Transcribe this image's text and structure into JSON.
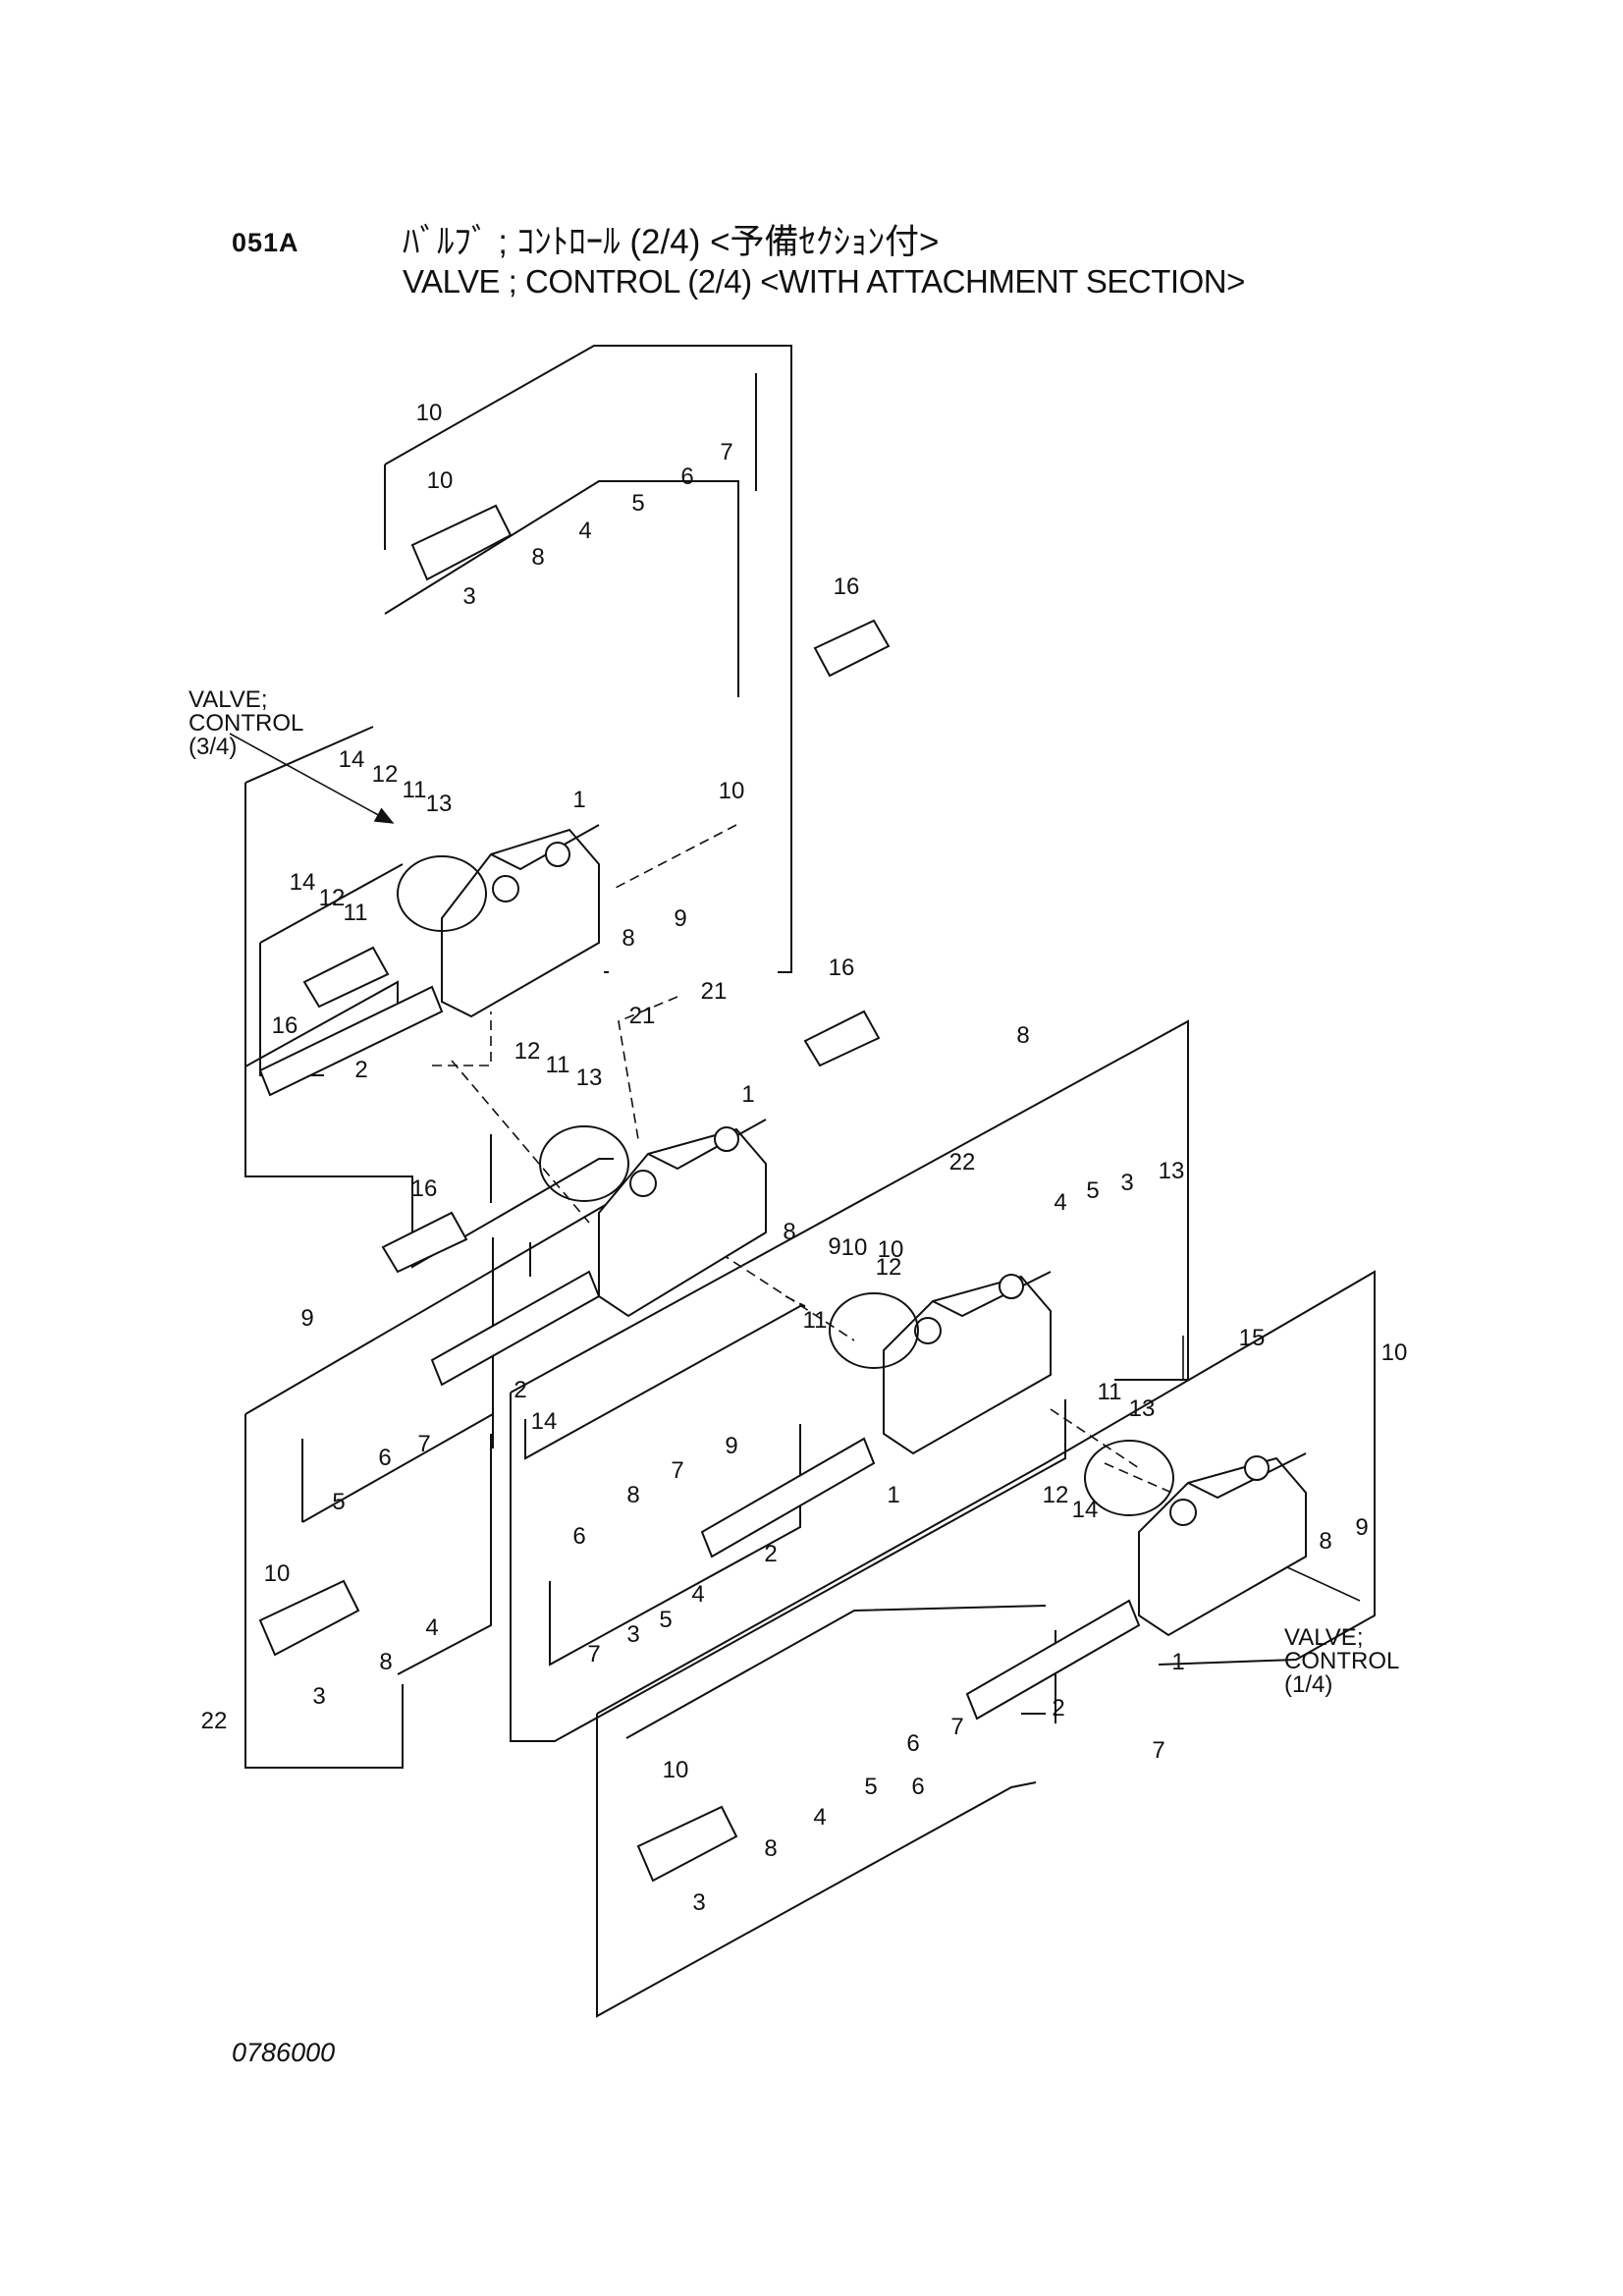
{
  "header": {
    "section_code": "051A",
    "title_jp": "ﾊﾞﾙﾌﾞ ; ｺﾝﾄﾛｰﾙ (2/4) <予備ｾｸｼｮﾝ付>",
    "title_en": "VALVE ; CONTROL (2/4) <WITH ATTACHMENT SECTION>"
  },
  "footer": {
    "drawing_number": "0786000"
  },
  "callouts": [
    {
      "id": "c10-top-group",
      "label": "10"
    },
    {
      "id": "c10-a",
      "label": "10"
    },
    {
      "id": "c8-a",
      "label": "8"
    },
    {
      "id": "c4-a",
      "label": "4"
    },
    {
      "id": "c5-a",
      "label": "5"
    },
    {
      "id": "c6-a",
      "label": "6"
    },
    {
      "id": "c7-a",
      "label": "7"
    },
    {
      "id": "c3-a",
      "label": "3"
    },
    {
      "id": "c16-a",
      "label": "16"
    },
    {
      "id": "c14-a",
      "label": "14"
    },
    {
      "id": "c12-a",
      "label": "12"
    },
    {
      "id": "c11-a",
      "label": "11"
    },
    {
      "id": "c13-a",
      "label": "13"
    },
    {
      "id": "c1-a",
      "label": "1"
    },
    {
      "id": "c10-b",
      "label": "10"
    },
    {
      "id": "c14-b",
      "label": "14"
    },
    {
      "id": "c12-b",
      "label": "12"
    },
    {
      "id": "c11-b",
      "label": "11"
    },
    {
      "id": "c8-b",
      "label": "8"
    },
    {
      "id": "c9-a",
      "label": "9"
    },
    {
      "id": "c16-b",
      "label": "16"
    },
    {
      "id": "c2-a",
      "label": "2"
    },
    {
      "id": "c21-a",
      "label": "21"
    },
    {
      "id": "c21-b",
      "label": "21"
    },
    {
      "id": "c16-c",
      "label": "16"
    },
    {
      "id": "c12-c",
      "label": "12"
    },
    {
      "id": "c11-c",
      "label": "11"
    },
    {
      "id": "c13-b",
      "label": "13"
    },
    {
      "id": "c1-b",
      "label": "1"
    },
    {
      "id": "c8-group",
      "label": "8"
    },
    {
      "id": "c22-a",
      "label": "22"
    },
    {
      "id": "c16-d",
      "label": "16"
    },
    {
      "id": "c8-c",
      "label": "8"
    },
    {
      "id": "c9-b",
      "label": "9"
    },
    {
      "id": "c10-c",
      "label": "10"
    },
    {
      "id": "c4-b",
      "label": "4"
    },
    {
      "id": "c5-b",
      "label": "5"
    },
    {
      "id": "c3-b",
      "label": "3"
    },
    {
      "id": "c13-c",
      "label": "13"
    },
    {
      "id": "c10-d",
      "label": "10"
    },
    {
      "id": "c12-d",
      "label": "12"
    },
    {
      "id": "c11-d",
      "label": "11"
    },
    {
      "id": "c9-group",
      "label": "9"
    },
    {
      "id": "c2-b",
      "label": "2"
    },
    {
      "id": "c6-b",
      "label": "6"
    },
    {
      "id": "c7-b",
      "label": "7"
    },
    {
      "id": "c5-c",
      "label": "5"
    },
    {
      "id": "c14-c",
      "label": "14"
    },
    {
      "id": "c6-c",
      "label": "6"
    },
    {
      "id": "c8-d",
      "label": "8"
    },
    {
      "id": "c7-c",
      "label": "7"
    },
    {
      "id": "c9-c",
      "label": "9"
    },
    {
      "id": "c1-c",
      "label": "1"
    },
    {
      "id": "c15-a",
      "label": "15"
    },
    {
      "id": "c10-e",
      "label": "10"
    },
    {
      "id": "c11-e",
      "label": "11"
    },
    {
      "id": "c13-d",
      "label": "13"
    },
    {
      "id": "c12-e",
      "label": "12"
    },
    {
      "id": "c14-d",
      "label": "14"
    },
    {
      "id": "c8-e",
      "label": "8"
    },
    {
      "id": "c9-d",
      "label": "9"
    },
    {
      "id": "c2-c",
      "label": "2"
    },
    {
      "id": "c4-c",
      "label": "4"
    },
    {
      "id": "c8-f",
      "label": "8"
    },
    {
      "id": "c10-f",
      "label": "10"
    },
    {
      "id": "c3-c",
      "label": "3"
    },
    {
      "id": "c4-d",
      "label": "4"
    },
    {
      "id": "c5-d",
      "label": "5"
    },
    {
      "id": "c3-d",
      "label": "3"
    },
    {
      "id": "c7-d",
      "label": "7"
    },
    {
      "id": "c22-b",
      "label": "22"
    },
    {
      "id": "c1-d",
      "label": "1"
    },
    {
      "id": "c2-d",
      "label": "2"
    },
    {
      "id": "c6-d",
      "label": "6"
    },
    {
      "id": "c7-e",
      "label": "7"
    },
    {
      "id": "c7-group",
      "label": "7"
    },
    {
      "id": "c10-g",
      "label": "10"
    },
    {
      "id": "c5-e",
      "label": "5"
    },
    {
      "id": "c6-e",
      "label": "6"
    },
    {
      "id": "c4-e",
      "label": "4"
    },
    {
      "id": "c8-g",
      "label": "8"
    },
    {
      "id": "c3-e",
      "label": "3"
    }
  ],
  "references": [
    {
      "id": "ref-3-4",
      "lines": [
        "VALVE;",
        "CONTROL",
        "(3/4)"
      ]
    },
    {
      "id": "ref-1-4",
      "lines": [
        "VALVE;",
        "CONTROL",
        "(1/4)"
      ]
    }
  ]
}
